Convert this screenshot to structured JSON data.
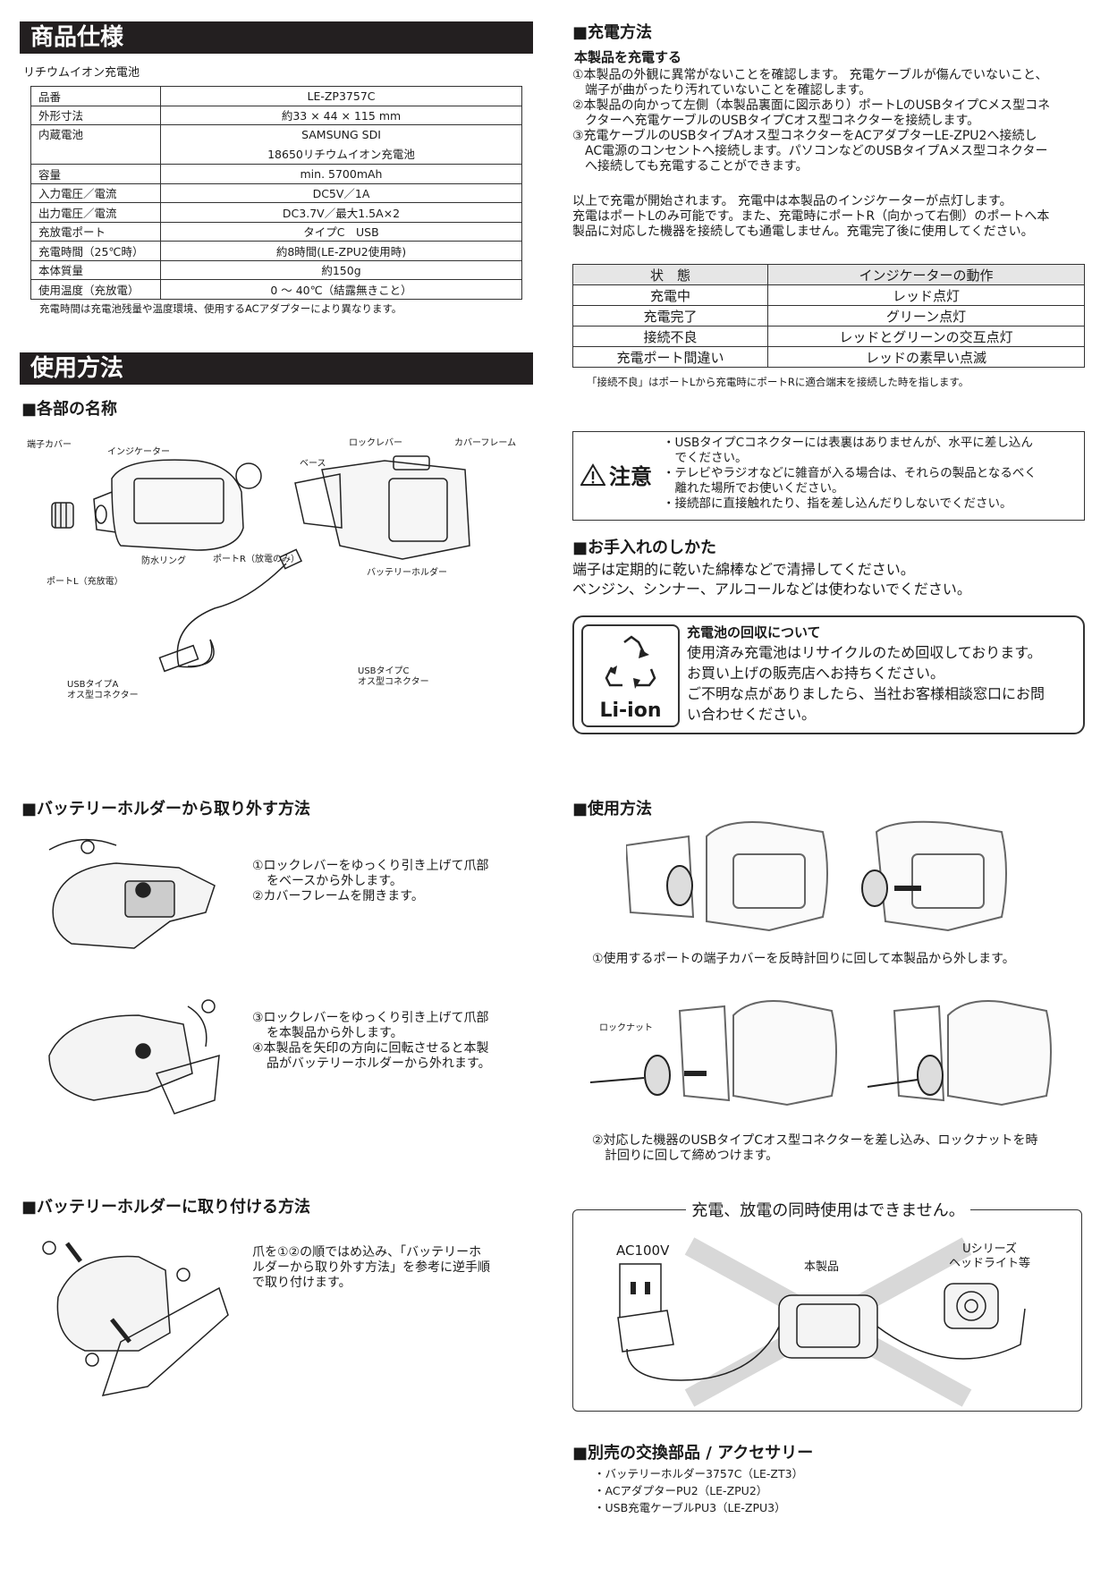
{
  "spec": {
    "title": "商品仕様",
    "subtitle": "リチウムイオン充電池",
    "rows": [
      {
        "label": "品番",
        "value": "LE-ZP3757C"
      },
      {
        "label": "外形寸法",
        "value": "約33 × 44 × 115 mm"
      },
      {
        "label": "内蔵電池",
        "value": "SAMSUNG SDI",
        "value2": "18650リチウムイオン充電池"
      },
      {
        "label": "容量",
        "value": "min. 5700mAh"
      },
      {
        "label": "入力電圧／電流",
        "value": "DC5V／1A"
      },
      {
        "label": "出力電圧／電流",
        "value": "DC3.7V／最大1.5A×2"
      },
      {
        "label": "充放電ポート",
        "value": "タイプC　USB"
      },
      {
        "label": "充電時間（25℃時）",
        "value": "約8時間(LE-ZPU2使用時)"
      },
      {
        "label": "本体質量",
        "value": "約150g"
      },
      {
        "label": "使用温度（充放電）",
        "value": "0 ～ 40℃（結露無きこと）"
      }
    ],
    "note": "充電時間は充電池残量や温度環境、使用するACアダプターにより異なります。"
  },
  "usage": {
    "title": "使用方法",
    "parts_heading": "■各部の名称",
    "parts_labels": {
      "cap": "端子カバー",
      "indicator": "インジケーター",
      "waterproof": "防水リング",
      "portR": "ポートR（放電のみ）",
      "portL": "ポートL（充放電）",
      "lock_lever": "ロックレバー",
      "cover_frame": "カバーフレーム",
      "base": "ベース",
      "holder": "バッテリーホルダー",
      "usb_a": "USBタイプA",
      "usb_a2": "オス型コネクター",
      "usb_c": "USBタイプC",
      "usb_c2": "オス型コネクター"
    }
  },
  "remove": {
    "heading": "■バッテリーホルダーから取り外す方法",
    "step12": [
      "①ロックレバーをゆっくり引き上げて爪部",
      "をベースから外します。",
      "②カバーフレームを開きます。"
    ],
    "step34": [
      "③ロックレバーをゆっくり引き上げて爪部",
      "を本製品から外します。",
      "④本製品を矢印の方向に回転させると本製",
      "品がバッテリーホルダーから外れます。"
    ]
  },
  "attach": {
    "heading": "■バッテリーホルダーに取り付ける方法",
    "text": [
      "爪を①②の順ではめ込み、「バッテリーホ",
      "ルダーから取り外す方法」を参考に逆手順",
      "で取り付けます。"
    ]
  },
  "charge": {
    "heading": "■充電方法",
    "sub": "本製品を充電する",
    "steps": [
      "①本製品の外観に異常がないことを確認します。 充電ケーブルが傷んでいないこと、",
      "　端子が曲がったり汚れていないことを確認します。",
      "②本製品の向かって左側（本製品裏面に図示あり）ポートLのUSBタイプCメス型コネ",
      "　クターへ充電ケーブルのUSBタイプCオス型コネクターを接続します。",
      "③充電ケーブルのUSBタイプAオス型コネクターをACアダプターLE-ZPU2へ接続し",
      "　AC電源のコンセントへ接続します。パソコンなどのUSBタイプAメス型コネクター",
      "　へ接続しても充電することができます。"
    ],
    "after": [
      "以上で充電が開始されます。 充電中は本製品のインジケーターが点灯します。",
      "充電はポートLのみ可能です。また、充電時にポートR（向かって右側）のポートへ本",
      "製品に対応した機器を接続しても通電しません。充電完了後に使用してください。"
    ],
    "table_head": [
      "状　態",
      "インジケーターの動作"
    ],
    "table_rows": [
      [
        "充電中",
        "レッド点灯"
      ],
      [
        "充電完了",
        "グリーン点灯"
      ],
      [
        "接続不良",
        "レッドとグリーンの交互点灯"
      ],
      [
        "充電ポート間違い",
        "レッドの素早い点滅"
      ]
    ],
    "table_note": "「接続不良」はポートLから充電時にポートRに適合端末を接続した時を指します。"
  },
  "caution": {
    "label": "注意",
    "items": [
      "・USBタイプCコネクターには表裏はありませんが、水平に差し込ん",
      "　でください。",
      "・テレビやラジオなどに雑音が入る場合は、それらの製品となるべく",
      "　離れた場所でお使いください。",
      "・接続部に直接触れたり、指を差し込んだりしないでください。"
    ]
  },
  "care": {
    "heading": "■お手入れのしかた",
    "lines": [
      "端子は定期的に乾いた綿棒などで清掃してください。",
      "ベンジン、シンナー、アルコールなどは使わないでください。"
    ]
  },
  "recycle": {
    "mark": "Li-ion",
    "title": "充電池の回収について",
    "lines": [
      "使用済み充電池はリサイクルのため回収しております。",
      "お買い上げの販売店へお持ちください。",
      "ご不明な点がありましたら、当社お客様相談窓口にお問",
      "い合わせください。"
    ]
  },
  "howto": {
    "heading": "■使用方法",
    "step1": "①使用するポートの端子カバーを反時計回りに回して本製品から外します。",
    "lock_nut": "ロックナット",
    "step2": [
      "②対応した機器のUSBタイプCオス型コネクターを差し込み、ロックナットを時",
      "　計回りに回して締めつけます。"
    ]
  },
  "nosim": {
    "title": "充電、放電の同時使用はできません。",
    "ac": "AC100V",
    "product": "本製品",
    "headlight": [
      "Uシリーズ",
      "ヘッドライト等"
    ]
  },
  "acc": {
    "heading": "■別売の交換部品 / アクセサリー",
    "items": [
      "・バッテリーホルダー3757C（LE-ZT3）",
      "・ACアダプターPU2（LE-ZPU2）",
      "・USB充電ケーブルPU3（LE-ZPU3）"
    ]
  }
}
